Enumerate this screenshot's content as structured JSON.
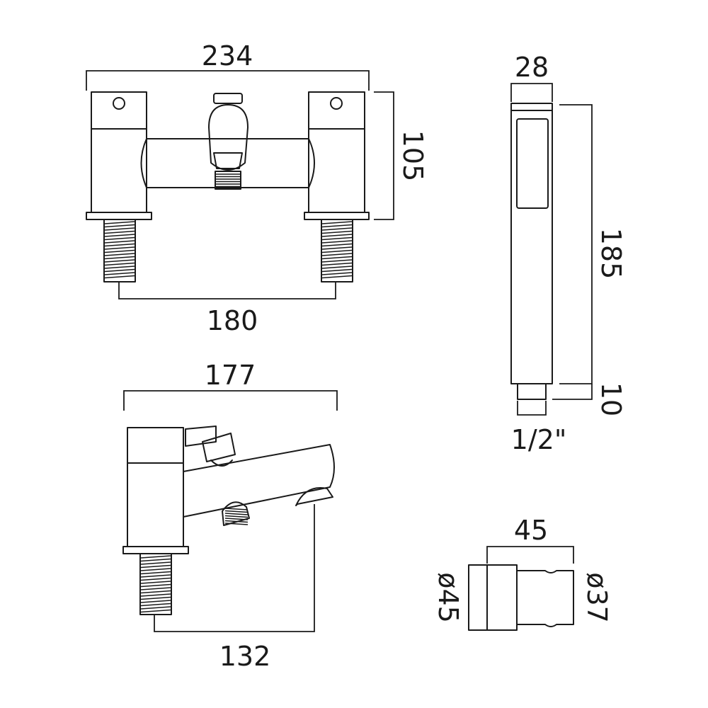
{
  "dimensions": {
    "front_width": "234",
    "front_height": "105",
    "centres": "180",
    "side_width": "177",
    "side_projection": "132",
    "handset_width": "28",
    "handset_length": "185",
    "handset_connector_length": "10",
    "handset_thread": "1/2\"",
    "bracket_length": "45",
    "bracket_diameter_large": "ø45",
    "bracket_diameter_small": "ø37"
  }
}
